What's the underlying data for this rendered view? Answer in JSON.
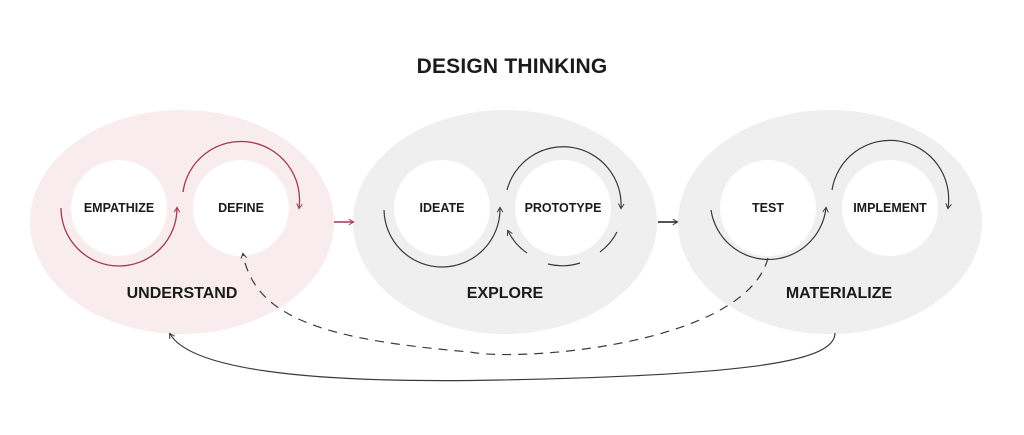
{
  "title": "DESIGN THINKING",
  "colors": {
    "understand_fill": "#f8ecee",
    "phase_fill": "#efefef",
    "accent": "#a4384f",
    "stroke": "#3a3a3a",
    "text": "#1b1b1b"
  },
  "phases": [
    {
      "name": "UNDERSTAND",
      "steps": [
        "EMPATHIZE",
        "DEFINE"
      ]
    },
    {
      "name": "EXPLORE",
      "steps": [
        "IDEATE",
        "PROTOTYPE"
      ]
    },
    {
      "name": "MATERIALIZE",
      "steps": [
        "TEST",
        "IMPLEMENT"
      ]
    }
  ]
}
